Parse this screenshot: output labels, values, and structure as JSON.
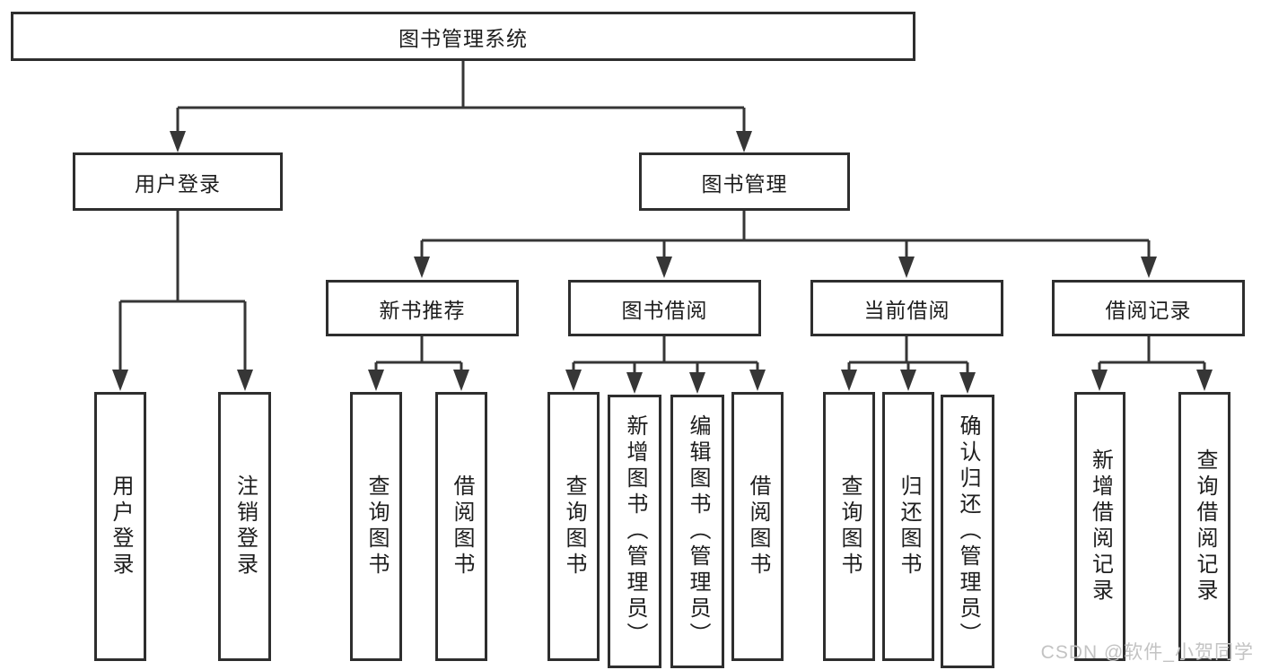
{
  "diagram": {
    "root": {
      "label": "图书管理系统"
    },
    "level2": [
      {
        "key": "user-login",
        "label": "用户登录"
      },
      {
        "key": "book-management",
        "label": "图书管理"
      }
    ],
    "level3": [
      {
        "key": "new-book-recommend",
        "label": "新书推荐"
      },
      {
        "key": "book-borrow",
        "label": "图书借阅"
      },
      {
        "key": "current-borrow",
        "label": "当前借阅"
      },
      {
        "key": "borrow-records",
        "label": "借阅记录"
      }
    ],
    "leaves": [
      {
        "key": "user-login-leaf",
        "parent": "user-login",
        "label": "用户登录"
      },
      {
        "key": "logout-leaf",
        "parent": "user-login",
        "label": "注销登录"
      },
      {
        "key": "query-books-recommend",
        "parent": "new-book-recommend",
        "label": "查询图书"
      },
      {
        "key": "borrow-books-recommend",
        "parent": "new-book-recommend",
        "label": "借阅图书"
      },
      {
        "key": "query-books-borrow",
        "parent": "book-borrow",
        "label": "查询图书"
      },
      {
        "key": "add-books-admin",
        "parent": "book-borrow",
        "label": "新增图书（管理员）"
      },
      {
        "key": "edit-books-admin",
        "parent": "book-borrow",
        "label": "编辑图书（管理员）"
      },
      {
        "key": "borrow-books",
        "parent": "book-borrow",
        "label": "借阅图书"
      },
      {
        "key": "query-books-current",
        "parent": "current-borrow",
        "label": "查询图书"
      },
      {
        "key": "return-books",
        "parent": "current-borrow",
        "label": "归还图书"
      },
      {
        "key": "confirm-return-admin",
        "parent": "current-borrow",
        "label": "确认归还（管理员）"
      },
      {
        "key": "add-borrow-record",
        "parent": "borrow-records",
        "label": "新增借阅记录"
      },
      {
        "key": "query-borrow-record",
        "parent": "borrow-records",
        "label": "查询借阅记录"
      }
    ],
    "watermark": "CSDN @软件_小贺同学",
    "colors": {
      "line": "#363636",
      "border": "#2e2e2e",
      "text": "#1d1d1d",
      "watermark": "#c3c3c3",
      "background": "#ffffff"
    }
  }
}
